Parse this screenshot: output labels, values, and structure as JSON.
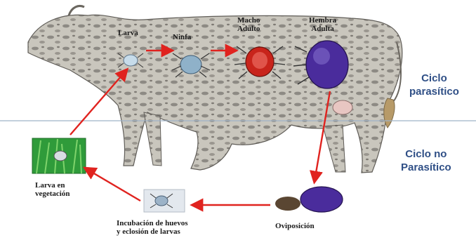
{
  "diagram": {
    "stages": {
      "larva": "Larva",
      "ninfa": "Ninfa",
      "macho": "Macho\nAdulto",
      "hembra": "Hembra\nAdulta",
      "larva_vegetacion": "Larva en\nvegetación",
      "incubacion": "Incubación de huevos\ny eclosión de larvas",
      "oviposicion": "Oviposición"
    },
    "cycles": {
      "parasitico": "Ciclo\nparasítico",
      "no_parasitico": "Ciclo no\nParasítico"
    }
  },
  "colors": {
    "arrow": "#e0231f",
    "cycle_text": "#2f4f86",
    "divider": "#9fb3c8",
    "female_tick": "#4a2c9c",
    "male_tick": "#c8241b",
    "cow_body": "#c9c6bd"
  }
}
